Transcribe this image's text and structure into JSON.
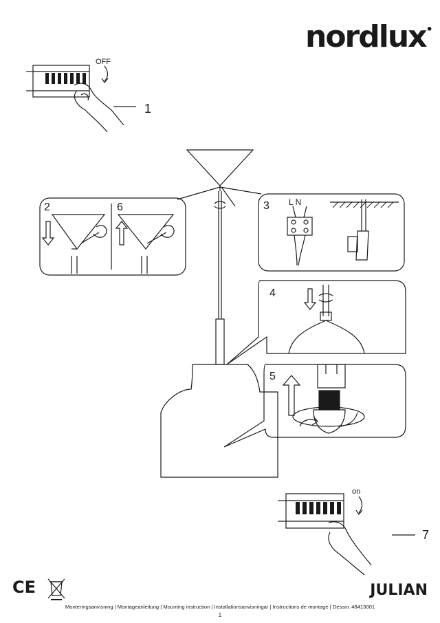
{
  "brand": {
    "logo_text": "nordlux",
    "logo_mark": "•"
  },
  "switch_off": {
    "label": "OFF",
    "step": "1"
  },
  "switch_on": {
    "label": "on",
    "step": "7"
  },
  "steps": {
    "s2": "2",
    "s6": "6",
    "s3": "3",
    "s3_wire_labels": "L N",
    "s4": "4",
    "s5": "5"
  },
  "footer": {
    "marks": "CE",
    "product_name": "JULIAN",
    "languages": "Monteringsanvisning | Montageanleitung | Mounting instruction | Installationsanvisningar | Instructions de montage | Dessin: 48413001",
    "page_number": "1"
  },
  "icons": [
    "ce-mark-icon",
    "weee-bin-icon",
    "arrow-down-icon",
    "arrow-up-icon",
    "screwdriver-icon",
    "rotate-icon"
  ]
}
